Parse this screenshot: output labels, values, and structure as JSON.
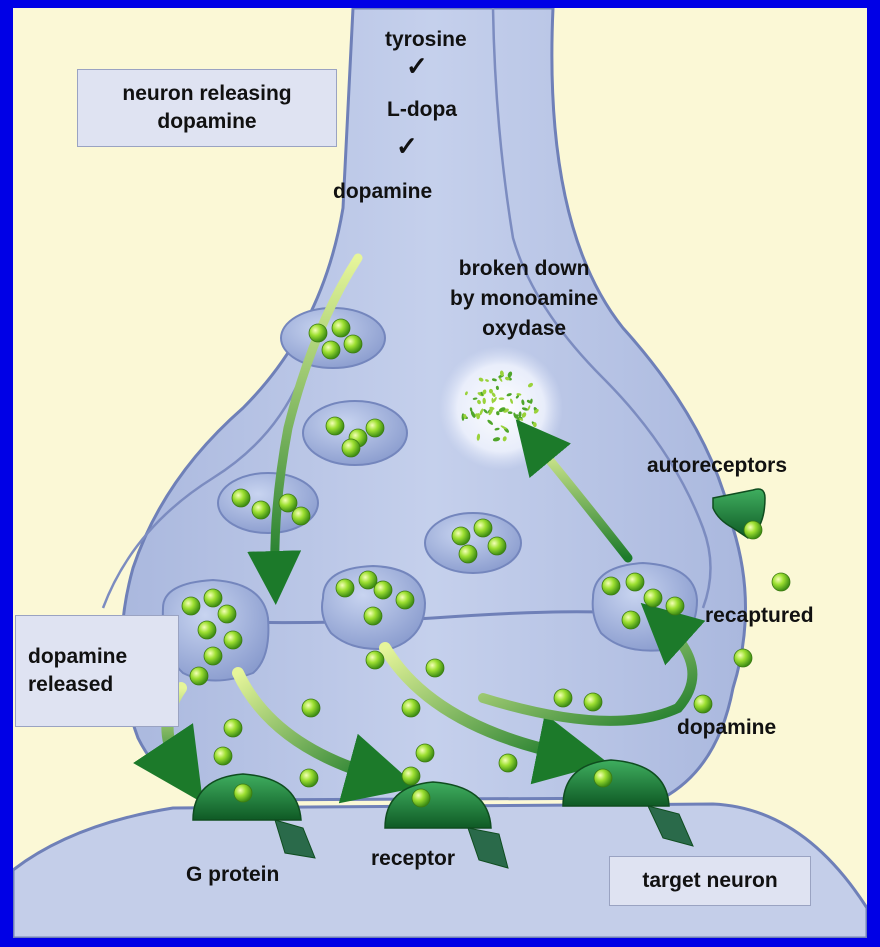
{
  "labels": {
    "neuron_releasing": [
      "neuron releasing",
      "dopamine"
    ],
    "synthesis": [
      "tyrosine",
      "L-dopa",
      "dopamine"
    ],
    "broken_down": [
      "broken down",
      "by monoamine",
      "oxydase"
    ],
    "autoreceptors": "autoreceptors",
    "recaptured": "recaptured",
    "dopamine_released": [
      "dopamine",
      "released"
    ],
    "dopamine": "dopamine",
    "g_protein": "G protein",
    "receptor": "receptor",
    "target_neuron": "target neuron"
  },
  "colors": {
    "frame": "#0000e6",
    "background": "#fbf8d6",
    "neuron": "#b9c6e6",
    "membrane": "#6f80b8",
    "vesicle": "#98a9d6",
    "dopamine_molecule": "#8fd62a",
    "receptor": "#1f7f3d",
    "arrow": "#3aa83a"
  }
}
